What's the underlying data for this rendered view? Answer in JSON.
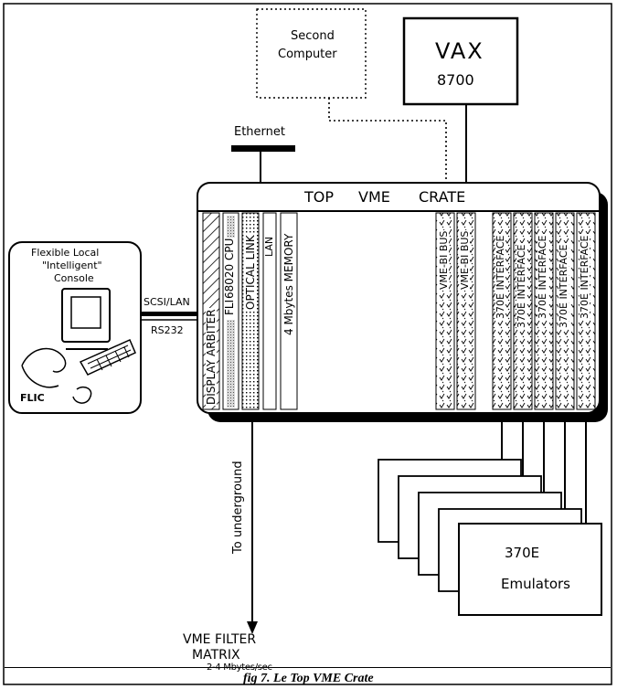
{
  "vax": {
    "name": "VAX",
    "model": "8700"
  },
  "second_computer": {
    "line1": "Second",
    "line2": "Computer"
  },
  "ethernet": "Ethernet",
  "crate": {
    "title_words": [
      "TOP",
      "VME",
      "CRATE"
    ],
    "slots": {
      "display_arbiter": "DISPLAY ARBITER",
      "flic": "FLIC",
      "cpu": "68020 CPU",
      "optical_link": "OPTICAL LINK",
      "lan": "LAN",
      "memory": "4 Mbytes MEMORY",
      "vme_bi_bus_1": "VME-BI BUS",
      "vme_bi_bus_2": "VME-BI BUS",
      "interfaces": [
        "370E INTERFACE",
        "370E INTERFACE",
        "370E INTERFACE",
        "370E INTERFACE",
        "370E INTERFACE"
      ]
    }
  },
  "console": {
    "line1": "Flexible Local",
    "line2": "\"Intelligent\"",
    "line3": "Console",
    "tag": "FLIC"
  },
  "links": {
    "scsi_lan": "SCSI/LAN",
    "rs232": "RS232"
  },
  "underground": "To underground",
  "filter": {
    "line1": "VME  FILTER",
    "line2": "MATRIX",
    "rate": "2-4 Mbytes/sec"
  },
  "emulators": {
    "line1": "370E",
    "line2": "Emulators"
  },
  "caption": "fig 7. Le Top VME Crate",
  "colors": {
    "ink": "#000000",
    "paper": "#ffffff",
    "shade": "#b0b0b0"
  }
}
